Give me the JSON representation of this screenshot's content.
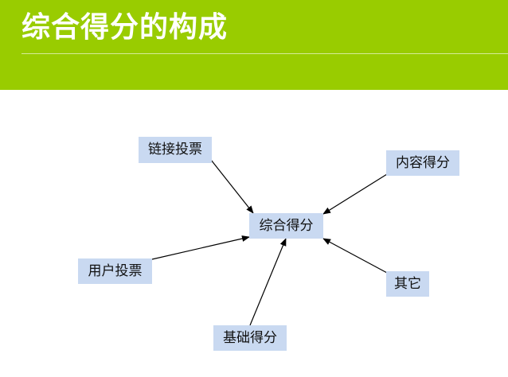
{
  "page": {
    "title": "综合得分的构成",
    "header_color": "#99cc00",
    "node_fill": "#c9d9f1",
    "arrow_color": "#000000"
  },
  "diagram": {
    "center": {
      "label": "综合得分"
    },
    "inputs": [
      {
        "id": "link",
        "label": "链接投票"
      },
      {
        "id": "content",
        "label": "内容得分"
      },
      {
        "id": "user",
        "label": "用户投票"
      },
      {
        "id": "other",
        "label": "其它"
      },
      {
        "id": "basic",
        "label": "基础得分"
      }
    ]
  }
}
